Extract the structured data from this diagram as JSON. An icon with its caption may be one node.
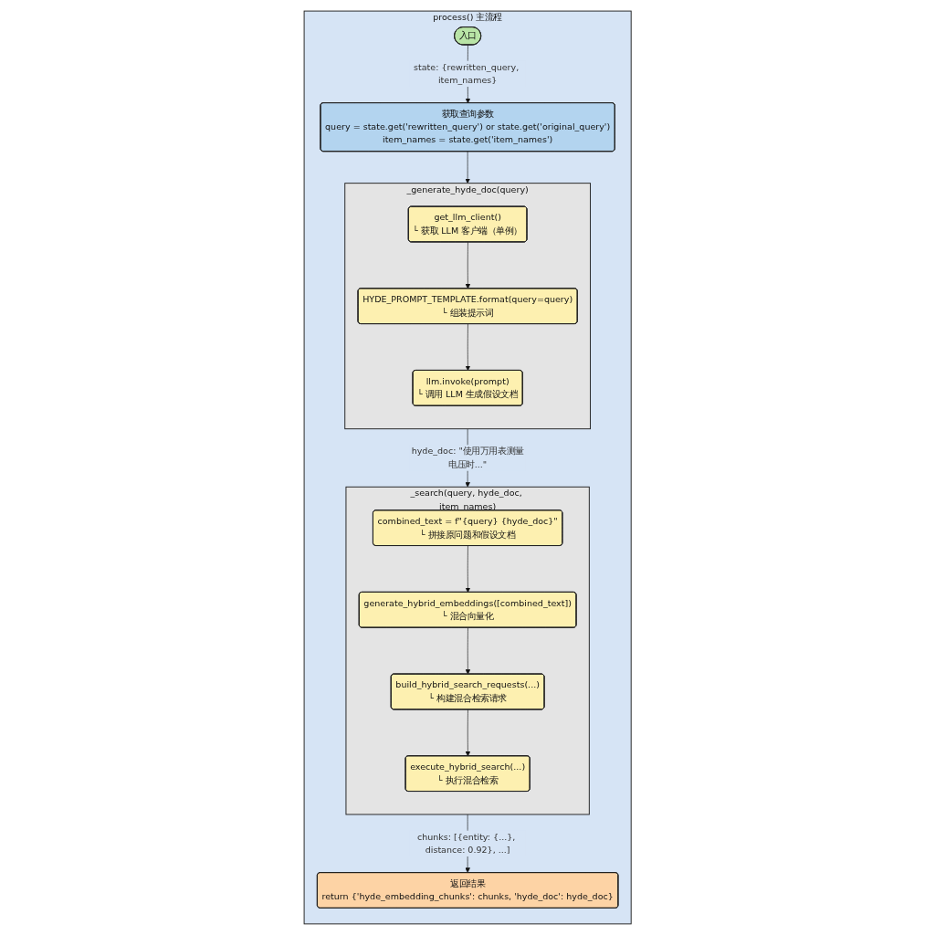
{
  "diagram": {
    "nodes": [
      {
        "text": [
          "process() 主流程"
        ]
      },
      {
        "text": [
          "入口"
        ],
        "in": 0
      },
      {
        "text": [
          "获取查询参数",
          "query = state.get('rewritten_query') or state.get('original_query')",
          "item_names = state.get('item_names')"
        ],
        "in": 0
      },
      {
        "text": [
          "_generate_hyde_doc(query)"
        ],
        "in": 0
      },
      {
        "text": [
          "get_llm_client()",
          "└ 获取 LLM 客户端（单例）"
        ],
        "in": 3
      },
      {
        "text": [
          "HYDE_PROMPT_TEMPLATE.format(query=query)",
          "└ 组装提示词"
        ],
        "in": 3
      },
      {
        "text": [
          "llm.invoke(prompt)",
          "└ 调用 LLM 生成假设文档"
        ],
        "in": 3
      },
      {
        "text": [
          "_search(query, hyde_doc, item_names)"
        ],
        "in": 0
      },
      {
        "text": [
          "combined_text = f\"{query} {hyde_doc}\"",
          "└ 拼接原问题和假设文档"
        ],
        "in": 7
      },
      {
        "text": [
          "generate_hybrid_embeddings([combined_text])",
          "└ 混合向量化"
        ],
        "in": 7
      },
      {
        "text": [
          "build_hybrid_search_requests(...)",
          "└ 构建混合检索请求"
        ],
        "in": 7
      },
      {
        "text": [
          "execute_hybrid_search(...)",
          "└ 执行混合检索"
        ],
        "in": 7
      },
      {
        "text": [
          "返回结果",
          "return {'hyde_embedding_chunks': chunks, 'hyde_doc': hyde_doc}"
        ],
        "in": 0
      }
    ],
    "edges": [
      {
        "from": 1,
        "to": 2,
        "arrow": "to",
        "label": "state: {rewritten_query, item_names}"
      },
      {
        "from": 2,
        "to": 3,
        "arrow": "to"
      },
      {
        "from": 4,
        "to": 5,
        "arrow": "to"
      },
      {
        "from": 5,
        "to": 6,
        "arrow": "to"
      },
      {
        "from": 3,
        "to": 7,
        "arrow": "to",
        "label": "hyde_doc: \"使用万用表测量电压时...\""
      },
      {
        "from": 8,
        "to": 9,
        "arrow": "to"
      },
      {
        "from": 9,
        "to": 10,
        "arrow": "to"
      },
      {
        "from": 10,
        "to": 11,
        "arrow": "to"
      },
      {
        "from": 7,
        "to": 12,
        "arrow": "to",
        "label": "chunks: [{entity: {...}, distance: 0.92}, ...]"
      }
    ]
  }
}
